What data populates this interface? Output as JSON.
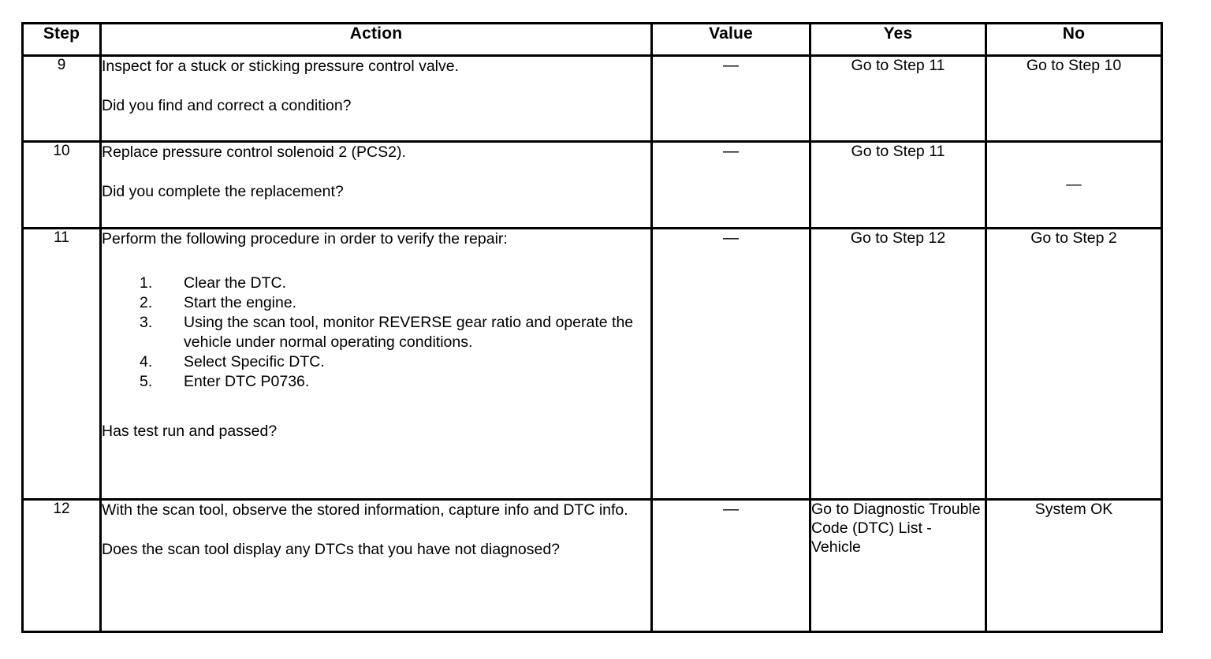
{
  "table": {
    "columns": [
      {
        "key": "step",
        "label": "Step"
      },
      {
        "key": "action",
        "label": "Action"
      },
      {
        "key": "value",
        "label": "Value"
      },
      {
        "key": "yes",
        "label": "Yes"
      },
      {
        "key": "no",
        "label": "No"
      }
    ],
    "rows": [
      {
        "step": "9",
        "action_lead": "Inspect for a stuck or sticking pressure control valve.",
        "action_tail": "Did you find and correct a condition?",
        "value": "—",
        "yes": "Go to Step 11",
        "no": "Go to Step 10"
      },
      {
        "step": "10",
        "action_lead": "Replace pressure control solenoid 2 (PCS2).",
        "action_tail": "Did you complete the replacement?",
        "value": "—",
        "yes": "Go to Step 11",
        "no": "—"
      },
      {
        "step": "11",
        "action_lead": "Perform the following procedure in order to verify the repair:",
        "steps": [
          {
            "num": "1.",
            "text": "Clear the DTC."
          },
          {
            "num": "2.",
            "text": "Start the engine."
          },
          {
            "num": "3.",
            "text": "Using the scan tool, monitor REVERSE gear ratio and operate the vehicle under normal operating conditions."
          },
          {
            "num": "4.",
            "text": "Select Specific DTC."
          },
          {
            "num": "5.",
            "text": "Enter DTC P0736."
          }
        ],
        "action_tail": "Has test run and passed?",
        "value": "—",
        "yes": "Go to Step 12",
        "no": "Go to Step 2"
      },
      {
        "step": "12",
        "action_lead": "With the scan tool, observe the stored information, capture info and DTC info.",
        "action_tail": "Does the scan tool display any DTCs that you have not diagnosed?",
        "value": "—",
        "yes": "Go to Diagnostic Trouble Code (DTC) List - Vehicle",
        "no": "System OK"
      }
    ]
  },
  "colors": {
    "border": "#000000",
    "background": "#ffffff",
    "text": "#000000"
  }
}
